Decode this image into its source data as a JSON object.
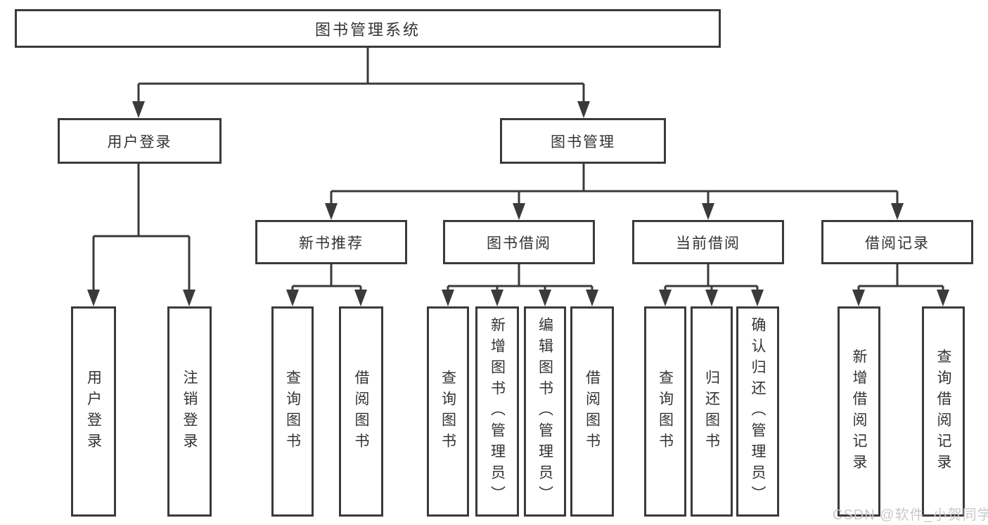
{
  "diagram": {
    "title_node": {
      "label": "图书管理系统"
    },
    "level2": [
      {
        "label": "用户登录"
      },
      {
        "label": "图书管理"
      }
    ],
    "level3": [
      {
        "label": "新书推荐"
      },
      {
        "label": "图书借阅"
      },
      {
        "label": "当前借阅"
      },
      {
        "label": "借阅记录"
      }
    ],
    "leaves": [
      {
        "label": "用户登录"
      },
      {
        "label": "注销登录"
      },
      {
        "label": "查询图书"
      },
      {
        "label": "借阅图书"
      },
      {
        "label": "查询图书"
      },
      {
        "label": "新增图书（管理员）"
      },
      {
        "label": "编辑图书（管理员）"
      },
      {
        "label": "借阅图书"
      },
      {
        "label": "查询图书"
      },
      {
        "label": "归还图书"
      },
      {
        "label": "确认归还（管理员）"
      },
      {
        "label": "新增借阅记录"
      },
      {
        "label": "查询借阅记录"
      }
    ],
    "colors": {
      "line": "#3a3a3a",
      "text": "#333333",
      "watermark": "#c9c9c9"
    }
  },
  "watermark": {
    "text": "CSDN @软件_小贺同学"
  }
}
